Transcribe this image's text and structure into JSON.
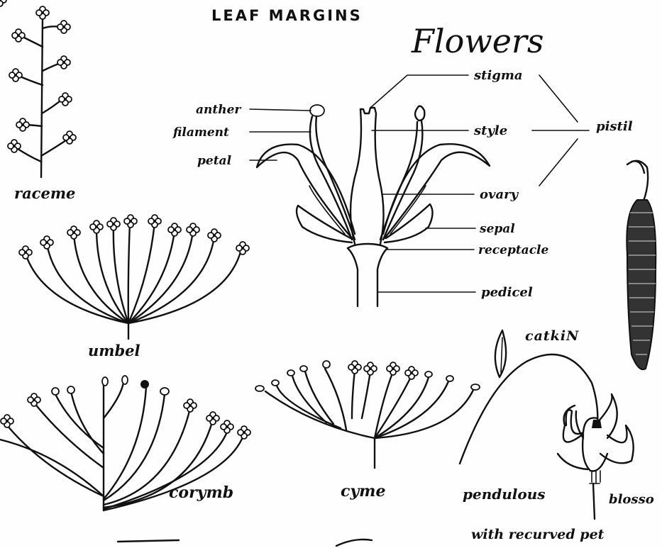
{
  "header": {
    "section_title": "LEAF MARGINS",
    "title": "Flowers"
  },
  "flower_parts": {
    "anther": "anther",
    "filament": "filament",
    "petal": "petal",
    "stigma": "stigma",
    "style": "style",
    "pistil": "pistil",
    "ovary": "ovary",
    "sepal": "sepal",
    "receptacle": "receptacle",
    "pedicel": "pedicel"
  },
  "inflorescences": {
    "raceme": "raceme",
    "umbel": "umbel",
    "corymb": "corymb",
    "cyme": "cyme",
    "catkin": "catkiN"
  },
  "pendulous": {
    "line1_a": "pendulous",
    "line1_b": "blosso",
    "line2": "with recurved pet"
  }
}
